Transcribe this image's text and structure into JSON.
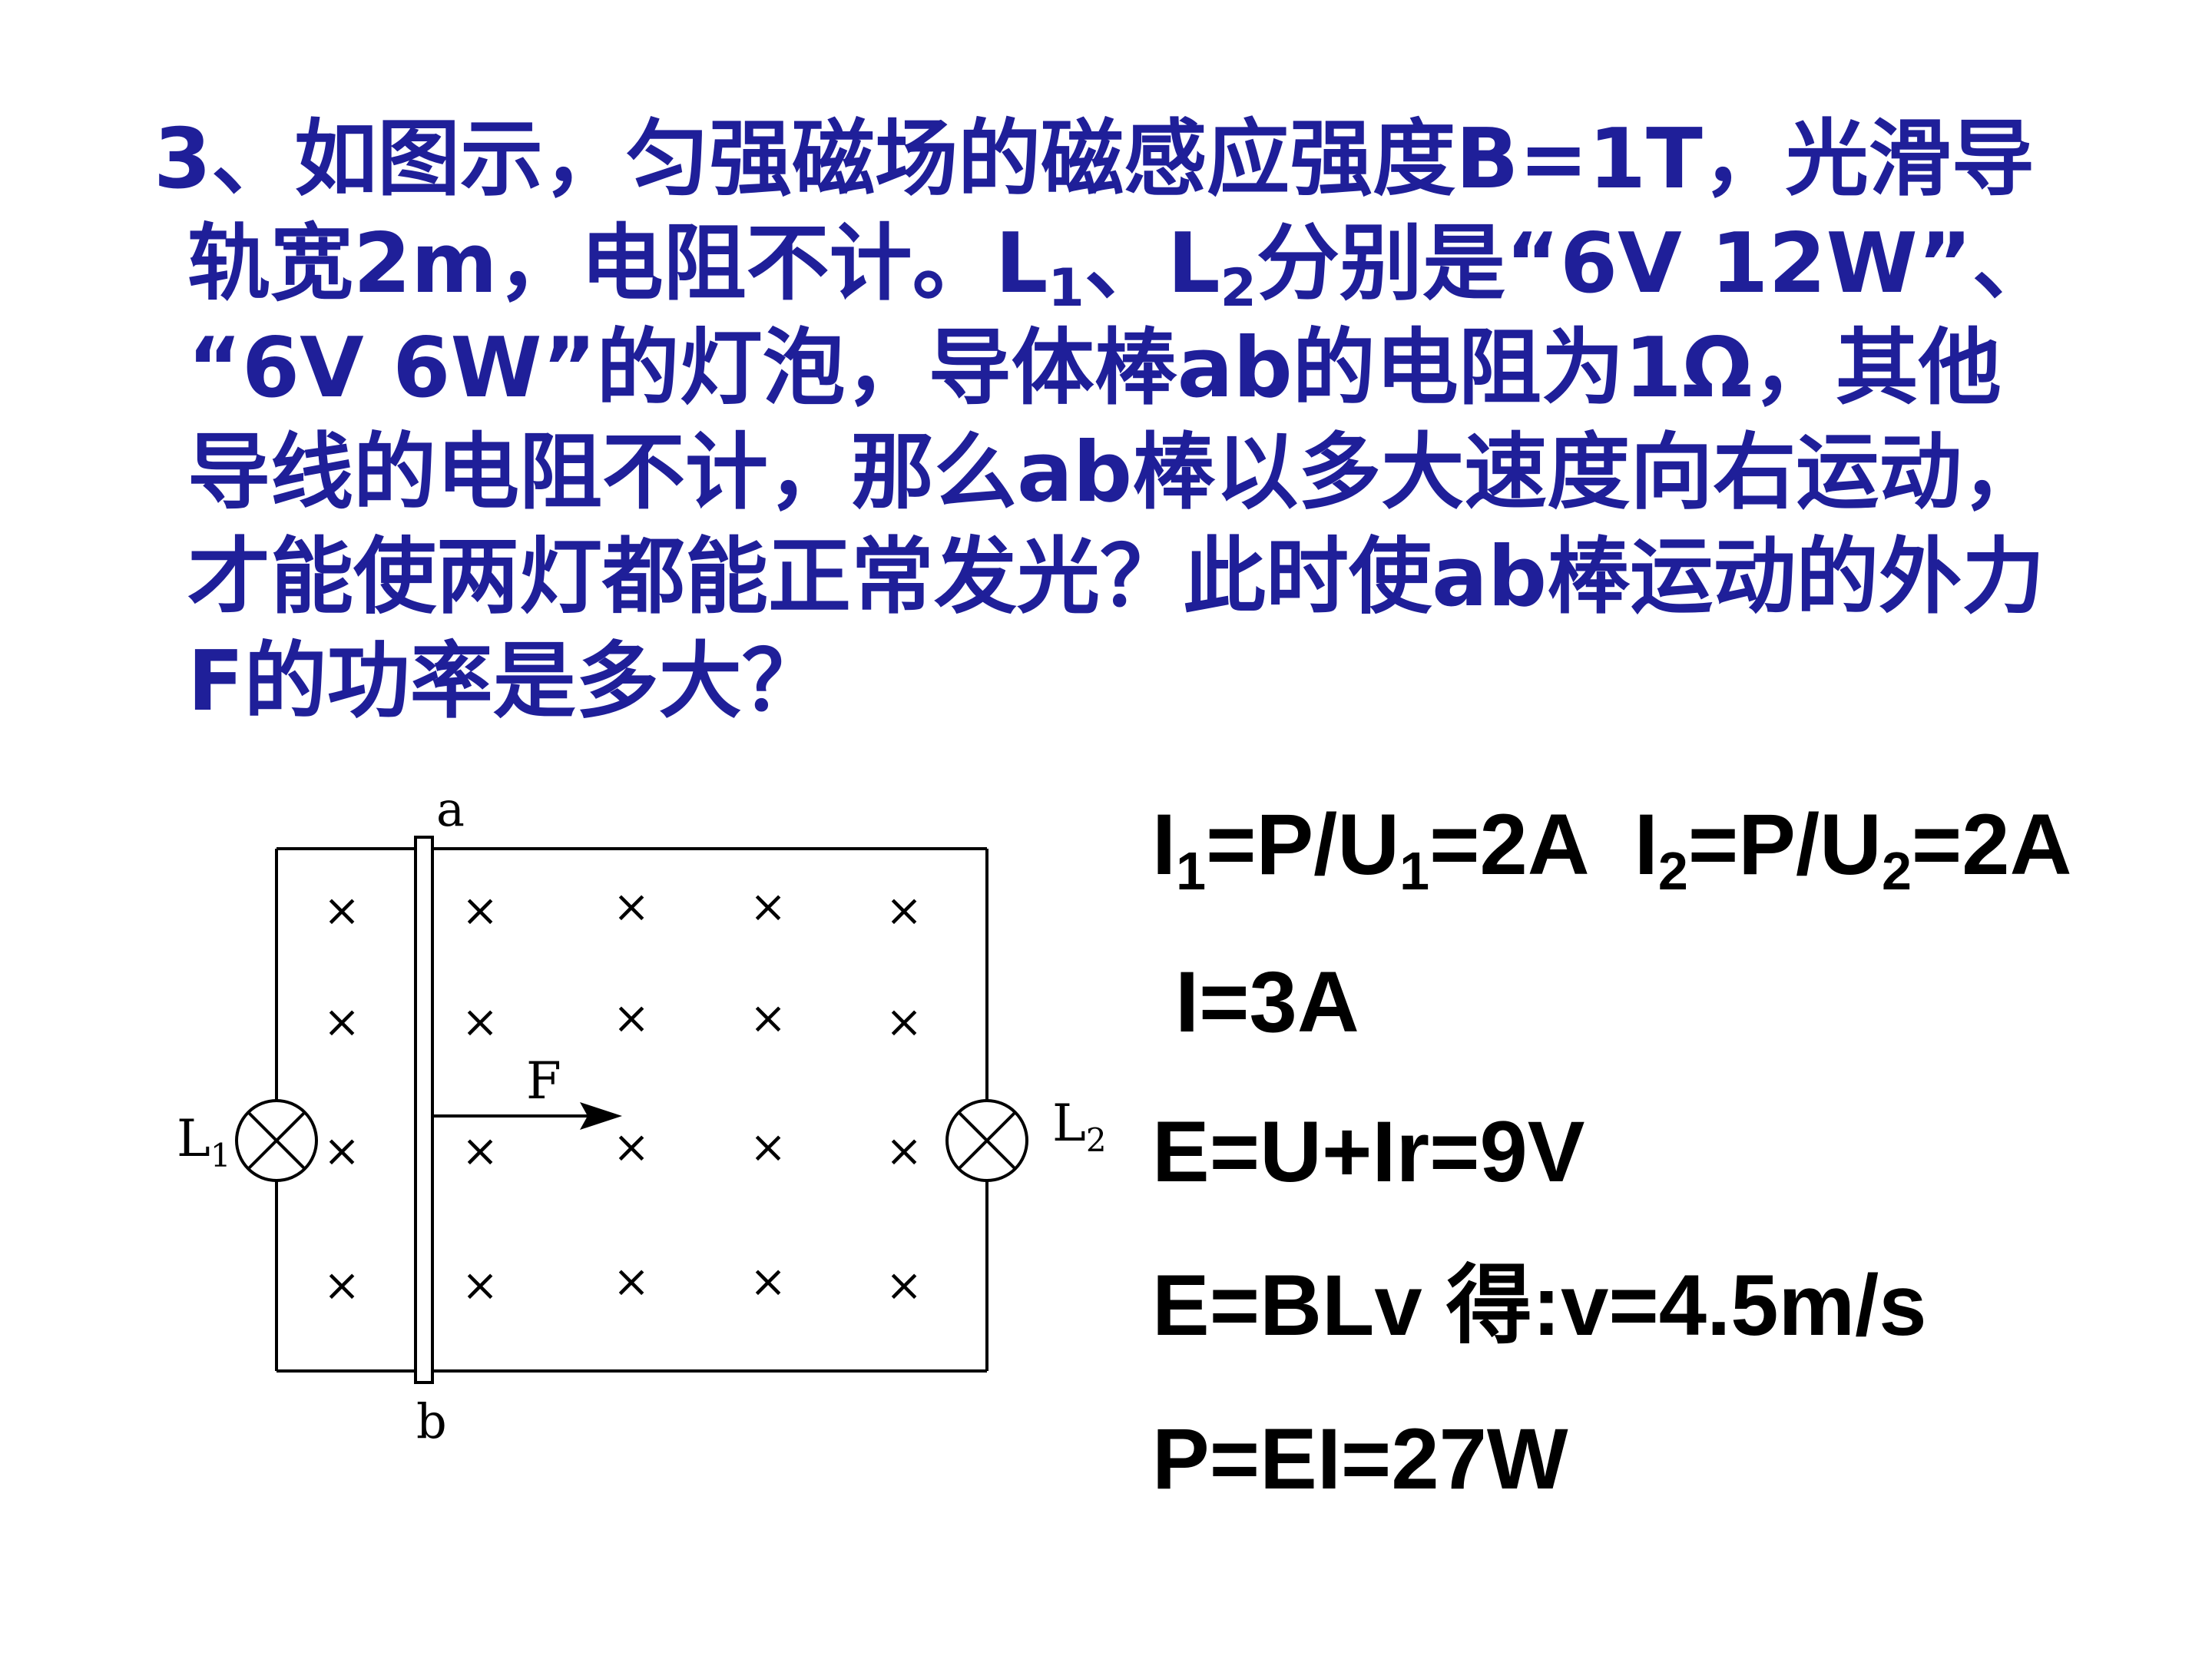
{
  "question": {
    "line1": "3、如图示，匀强磁场的磁感应强度B=1T，光滑导",
    "line2_a": "轨宽2m，电阻不计。L",
    "line2_sub1": "1",
    "line2_b": "、L",
    "line2_sub2": "2",
    "line2_c": "分别是“6V 12W”、",
    "line3": "“6V 6W”的灯泡，导体棒ab的电阻为1Ω，其他",
    "line4": "导线的电阻不计，那么ab棒以多大速度向右运动，",
    "line5": "才能使两灯都能正常发光？此时使ab棒运动的外力",
    "line6": "F的功率是多大？"
  },
  "diagram": {
    "label_a": "a",
    "label_b": "b",
    "label_F": "F",
    "label_L1": "L",
    "label_L1_sub": "1",
    "label_L2": "L",
    "label_L2_sub": "2",
    "field_mark": "×"
  },
  "solution": {
    "line1_a": "I",
    "line1_sub1": "1",
    "line1_b": "=P/U",
    "line1_sub2": "1",
    "line1_c": "=2A  I",
    "line1_sub3": "2",
    "line1_d": "=P/U",
    "line1_sub4": "2",
    "line1_e": "=2A",
    "line2": "I=3A",
    "line3": "E=U+Ir=9V",
    "line4": "E=BLv 得:v=4.5m/s",
    "line5": "P=EI=27W"
  },
  "colors": {
    "question_text": "#1f1f99",
    "solution_text": "#000000",
    "diagram_line": "#000000"
  }
}
